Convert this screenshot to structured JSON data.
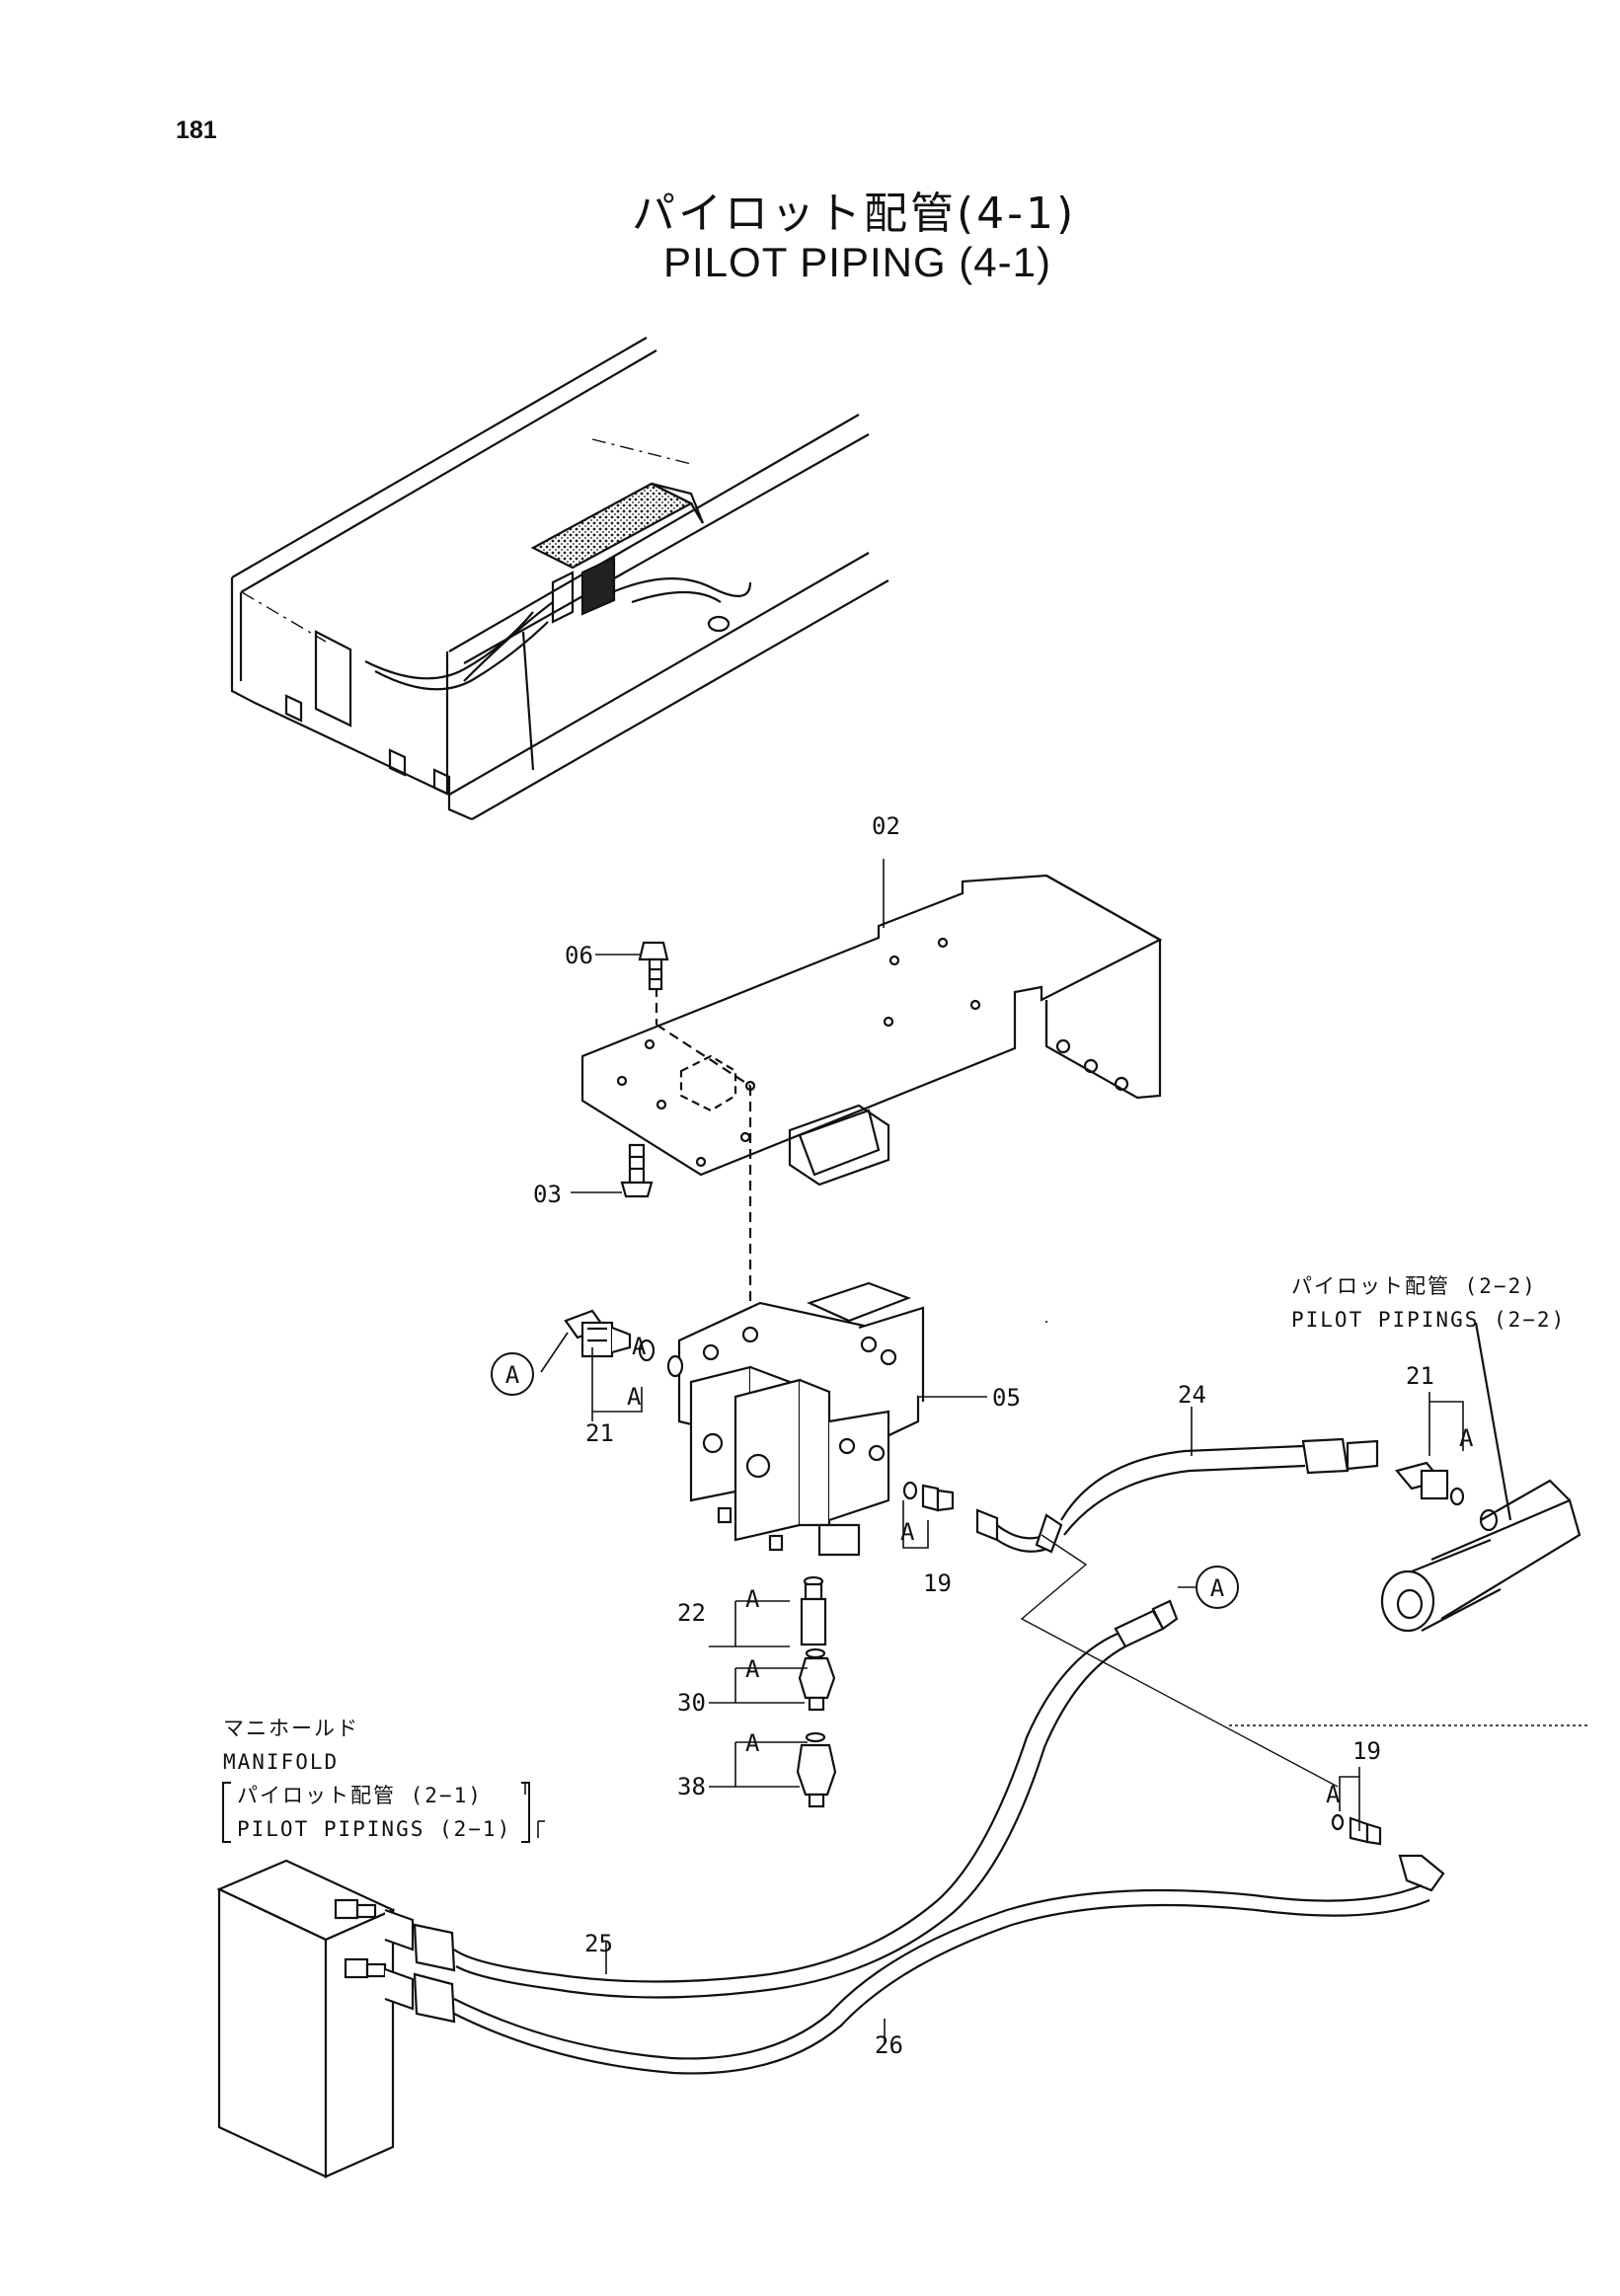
{
  "page_number": "181",
  "title": {
    "japanese": "パイロット配管(4-1)",
    "english": "PILOT PIPING (4-1)"
  },
  "part_labels": {
    "p02": "02",
    "p06": "06",
    "p03": "03",
    "p05": "05",
    "p21_left": "21",
    "p21_right": "21",
    "p24": "24",
    "p19_upper": "19",
    "p19_lower": "19",
    "p22": "22",
    "p30": "30",
    "p38": "38",
    "p25": "25",
    "p26": "26"
  },
  "seal_marks": {
    "a1": "A",
    "a2": "A",
    "a3": "A",
    "a4": "A",
    "a5": "A",
    "a6": "A",
    "a7": "A"
  },
  "callouts": {
    "left": "A",
    "right": "A"
  },
  "notes": {
    "pilot_22_jp": "パイロット配管 (2−2)",
    "pilot_22_en": "PILOT PIPINGS (2−2)",
    "manifold_jp": "マニホールド",
    "manifold_en": "MANIFOLD",
    "pilot_21_jp": "パイロット配管 (2−1)",
    "pilot_21_en": "PILOT PIPINGS (2−1)"
  }
}
